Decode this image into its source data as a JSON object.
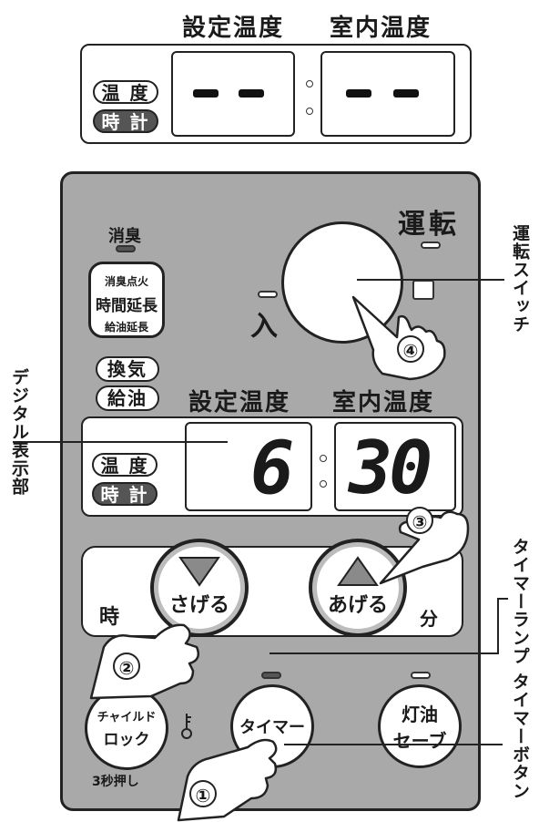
{
  "top_panel": {
    "header_set": "設定温度",
    "header_room": "室内温度",
    "btn_temp": "温 度",
    "btn_clock": "時 計"
  },
  "main_panel": {
    "run_label": "運転",
    "deodor_label": "消臭",
    "ignite_line1": "消臭点火",
    "ignite_line2": "時間延長",
    "ignite_line3": "給油延長",
    "in_label": "入",
    "ventilate_label": "換気",
    "refuel_label": "給油",
    "header_set": "設定温度",
    "header_room": "室内温度",
    "btn_temp": "温 度",
    "btn_clock": "時 計",
    "set_value": "6",
    "room_value": "30",
    "down_label": "さげる",
    "up_label": "あげる",
    "hour_label": "時",
    "minute_label": "分",
    "child_lock_line1": "チャイルド",
    "child_lock_line2": "ロック",
    "hold_label": "3秒押し",
    "timer_label": "タイマー",
    "kerosene_line1": "灯油",
    "kerosene_line2": "セーブ"
  },
  "callouts": {
    "run_switch": "運転スイッチ",
    "digital_display": "デジタル表示部",
    "timer_lamp": "タイマーランプ",
    "timer_button": "タイマーボタン"
  },
  "steps": {
    "s1": "①",
    "s2": "②",
    "s3": "③",
    "s4": "④"
  }
}
